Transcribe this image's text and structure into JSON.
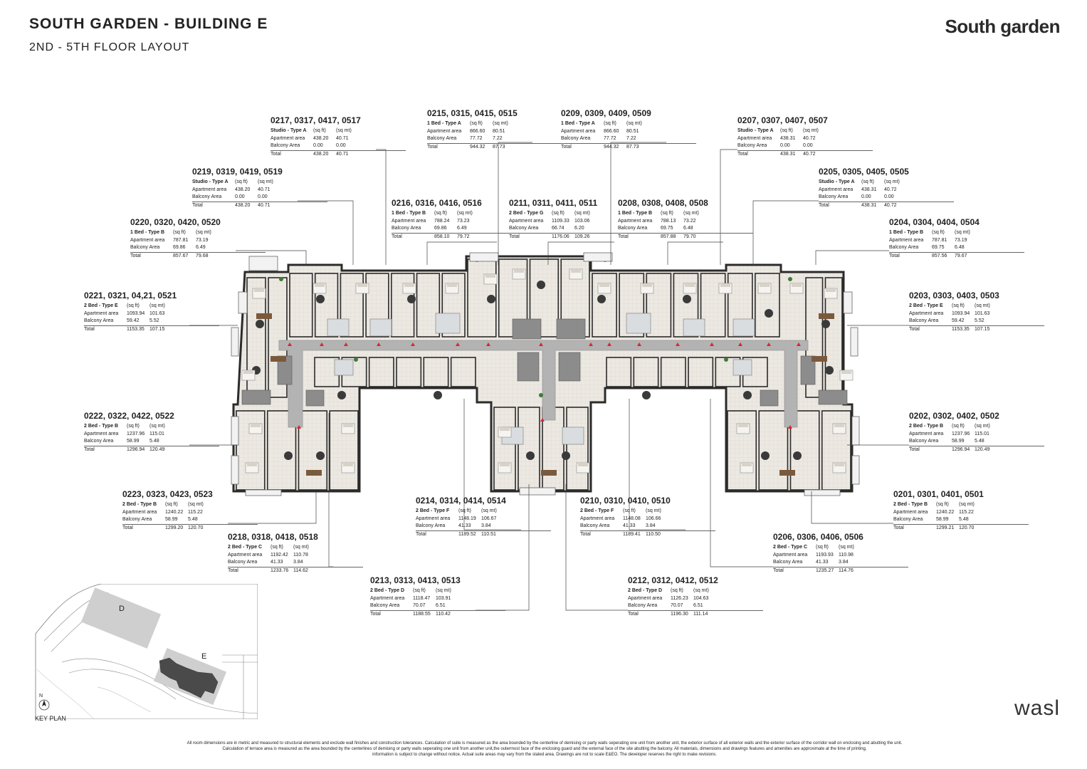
{
  "header": {
    "title": "SOUTH GARDEN - BUILDING E",
    "subtitle": "2ND - 5TH FLOOR LAYOUT",
    "brand": "South garden",
    "developer": "wasl"
  },
  "units": [
    {
      "id": "u0217",
      "code": "0217, 0317, 0417, 0517",
      "type": "Studio - Type A",
      "apt_sqft": "438.20",
      "apt_sqmt": "40.71",
      "bal_sqft": "0.00",
      "bal_sqmt": "0.00",
      "tot_sqft": "438.20",
      "tot_sqmt": "40.71"
    },
    {
      "id": "u0215",
      "code": "0215, 0315, 0415, 0515",
      "type": "1 Bed - Type A",
      "apt_sqft": "866.60",
      "apt_sqmt": "80.51",
      "bal_sqft": "77.72",
      "bal_sqmt": "7.22",
      "tot_sqft": "944.32",
      "tot_sqmt": "87.73"
    },
    {
      "id": "u0209",
      "code": "0209, 0309, 0409, 0509",
      "type": "1 Bed - Type A",
      "apt_sqft": "866.60",
      "apt_sqmt": "80.51",
      "bal_sqft": "77.72",
      "bal_sqmt": "7.22",
      "tot_sqft": "944.32",
      "tot_sqmt": "87.73"
    },
    {
      "id": "u0207",
      "code": "0207, 0307, 0407, 0507",
      "type": "Studio - Type A",
      "apt_sqft": "438.31",
      "apt_sqmt": "40.72",
      "bal_sqft": "0.00",
      "bal_sqmt": "0.00",
      "tot_sqft": "438.31",
      "tot_sqmt": "40.72"
    },
    {
      "id": "u0219",
      "code": "0219, 0319, 0419, 0519",
      "type": "Studio - Type A",
      "apt_sqft": "438.20",
      "apt_sqmt": "40.71",
      "bal_sqft": "0.00",
      "bal_sqmt": "0.00",
      "tot_sqft": "438.20",
      "tot_sqmt": "40.71"
    },
    {
      "id": "u0205",
      "code": "0205, 0305, 0405, 0505",
      "type": "Studio - Type A",
      "apt_sqft": "438.31",
      "apt_sqmt": "40.72",
      "bal_sqft": "0.00",
      "bal_sqmt": "0.00",
      "tot_sqft": "438.31",
      "tot_sqmt": "40.72"
    },
    {
      "id": "u0216",
      "code": "0216, 0316, 0416, 0516",
      "type": "1 Bed - Type B",
      "apt_sqft": "788.24",
      "apt_sqmt": "73.23",
      "bal_sqft": "69.86",
      "bal_sqmt": "6.49",
      "tot_sqft": "858.10",
      "tot_sqmt": "79.72"
    },
    {
      "id": "u0211",
      "code": "0211, 0311, 0411, 0511",
      "type": "2 Bed - Type G",
      "apt_sqft": "1109.33",
      "apt_sqmt": "103.06",
      "bal_sqft": "66.74",
      "bal_sqmt": "6.20",
      "tot_sqft": "1176.06",
      "tot_sqmt": "109.26"
    },
    {
      "id": "u0208",
      "code": "0208, 0308, 0408, 0508",
      "type": "1 Bed - Type B",
      "apt_sqft": "788.13",
      "apt_sqmt": "73.22",
      "bal_sqft": "69.75",
      "bal_sqmt": "6.48",
      "tot_sqft": "857.88",
      "tot_sqmt": "79.70"
    },
    {
      "id": "u0220",
      "code": "0220, 0320, 0420, 0520",
      "type": "1 Bed - Type B",
      "apt_sqft": "787.81",
      "apt_sqmt": "73.19",
      "bal_sqft": "69.86",
      "bal_sqmt": "6.49",
      "tot_sqft": "857.67",
      "tot_sqmt": "79.68"
    },
    {
      "id": "u0204",
      "code": "0204, 0304, 0404, 0504",
      "type": "1 Bed - Type B",
      "apt_sqft": "787.81",
      "apt_sqmt": "73.19",
      "bal_sqft": "69.75",
      "bal_sqmt": "6.48",
      "tot_sqft": "857.56",
      "tot_sqmt": "79.67"
    },
    {
      "id": "u0221",
      "code": "0221, 0321, 04,21, 0521",
      "type": "2 Bed - Type E",
      "apt_sqft": "1093.94",
      "apt_sqmt": "101.63",
      "bal_sqft": "59.42",
      "bal_sqmt": "5.52",
      "tot_sqft": "1153.35",
      "tot_sqmt": "107.15"
    },
    {
      "id": "u0203",
      "code": "0203, 0303, 0403, 0503",
      "type": "2 Bed - Type E",
      "apt_sqft": "1093.94",
      "apt_sqmt": "101.63",
      "bal_sqft": "59.42",
      "bal_sqmt": "5.52",
      "tot_sqft": "1153.35",
      "tot_sqmt": "107.15"
    },
    {
      "id": "u0222",
      "code": "0222, 0322, 0422, 0522",
      "type": "2 Bed - Type B",
      "apt_sqft": "1237.96",
      "apt_sqmt": "115.01",
      "bal_sqft": "58.99",
      "bal_sqmt": "5.48",
      "tot_sqft": "1296.94",
      "tot_sqmt": "120.49"
    },
    {
      "id": "u0202",
      "code": "0202, 0302, 0402, 0502",
      "type": "2 Bed - Type B",
      "apt_sqft": "1237.96",
      "apt_sqmt": "115.01",
      "bal_sqft": "58.99",
      "bal_sqmt": "5.48",
      "tot_sqft": "1296.94",
      "tot_sqmt": "120.49"
    },
    {
      "id": "u0223",
      "code": "0223, 0323, 0423, 0523",
      "type": "2 Bed - Type B",
      "apt_sqft": "1240.22",
      "apt_sqmt": "115.22",
      "bal_sqft": "58.99",
      "bal_sqmt": "5.48",
      "tot_sqft": "1299.20",
      "tot_sqmt": "120.70"
    },
    {
      "id": "u0201",
      "code": "0201, 0301, 0401, 0501",
      "type": "2 Bed - Type B",
      "apt_sqft": "1240.22",
      "apt_sqmt": "115.22",
      "bal_sqft": "58.99",
      "bal_sqmt": "5.48",
      "tot_sqft": "1299.21",
      "tot_sqmt": "120.70"
    },
    {
      "id": "u0214",
      "code": "0214, 0314, 0414, 0514",
      "type": "2 Bed - Type F",
      "apt_sqft": "1148.19",
      "apt_sqmt": "106.67",
      "bal_sqft": "41.33",
      "bal_sqmt": "3.84",
      "tot_sqft": "1189.52",
      "tot_sqmt": "110.51"
    },
    {
      "id": "u0210",
      "code": "0210, 0310, 0410, 0510",
      "type": "2 Bed - Type F",
      "apt_sqft": "1148.08",
      "apt_sqmt": "106.66",
      "bal_sqft": "41.33",
      "bal_sqmt": "3.84",
      "tot_sqft": "1189.41",
      "tot_sqmt": "110.50"
    },
    {
      "id": "u0218",
      "code": "0218, 0318, 0418, 0518",
      "type": "2 Bed - Type C",
      "apt_sqft": "1192.42",
      "apt_sqmt": "110.78",
      "bal_sqft": "41.33",
      "bal_sqmt": "3.84",
      "tot_sqft": "1233.76",
      "tot_sqmt": "114.62"
    },
    {
      "id": "u0206",
      "code": "0206, 0306, 0406, 0506",
      "type": "2 Bed - Type C",
      "apt_sqft": "1193.93",
      "apt_sqmt": "110.98",
      "bal_sqft": "41.33",
      "bal_sqmt": "3.84",
      "tot_sqft": "1235.27",
      "tot_sqmt": "114.76"
    },
    {
      "id": "u0213",
      "code": "0213, 0313, 0413, 0513",
      "type": "2 Bed - Type D",
      "apt_sqft": "1118.47",
      "apt_sqmt": "103.91",
      "bal_sqft": "70.07",
      "bal_sqmt": "6.51",
      "tot_sqft": "1188.55",
      "tot_sqmt": "110.42"
    },
    {
      "id": "u0212",
      "code": "0212, 0312, 0412, 0512",
      "type": "2 Bed - Type D",
      "apt_sqft": "1126.23",
      "apt_sqmt": "104.63",
      "bal_sqft": "70.07",
      "bal_sqmt": "6.51",
      "tot_sqft": "1196.30",
      "tot_sqmt": "111.14"
    }
  ],
  "table_labels": {
    "sqft": "(sq ft)",
    "sqmt": "(sq mt)",
    "apartment": "Apartment area",
    "balcony": "Balcony Area",
    "total": "Total"
  },
  "keyplan": {
    "label": "KEY PLAN",
    "north": "N",
    "building_d": "D",
    "building_e": "E"
  },
  "footnote": [
    "All room dimensions are in metric and measured to structural elements and exclude wall finishes and construction tolerances. Calculation of suite is measured as the area bounded by the centerline of demising or party walls seperating one unit from another unit, the exterior surface of all exterior walls and the exterior surface of the corridor wall on enclosing and abutting the unit.",
    "Calculation of terrace area is measured as the area bounded by the centerlines of demising or party walls seperating one unit from another unit,the outermost face of the enclosing guard and the external face of the site abutting the balcony. All materials, dimensions and drawings features and amenities are approximate at the time of printing,",
    "information is subject to change without notice. Actual suite areas may vary from the stated area. Drawings are not to scale E&EO. The developer reserves the right to make revisions."
  ],
  "colors": {
    "corridor": "#b3b3b3",
    "wall": "#2b2b2b",
    "floor": "#ede9e3",
    "bath": "#d9dde0",
    "stair": "#8c8c8c",
    "marker": "#d9262c"
  }
}
